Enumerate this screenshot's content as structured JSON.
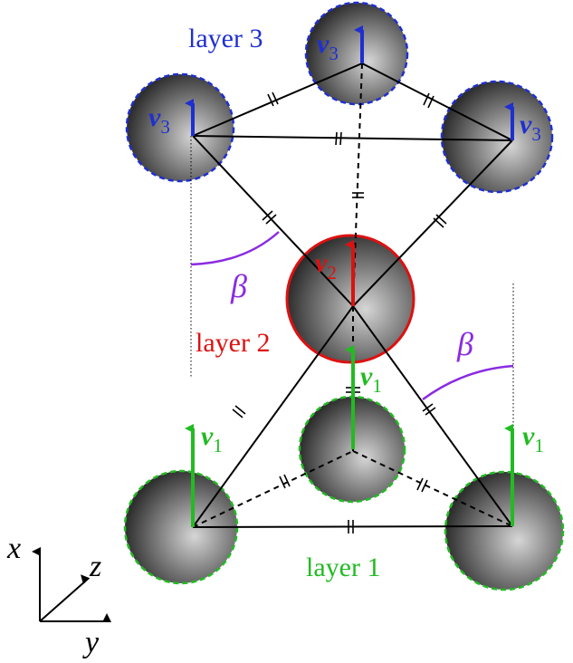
{
  "labels": {
    "layer1": "layer 1",
    "layer2": "layer 2",
    "layer3": "layer 3",
    "beta": "β",
    "v": "v",
    "sub1": "1",
    "sub2": "2",
    "sub3": "3",
    "axis_x": "x",
    "axis_y": "y",
    "axis_z": "z"
  },
  "colors": {
    "layer1": "#22bb22",
    "layer2": "#dd1111",
    "layer3": "#1f2fd0",
    "beta": "#8a2be2",
    "line": "#000000"
  }
}
